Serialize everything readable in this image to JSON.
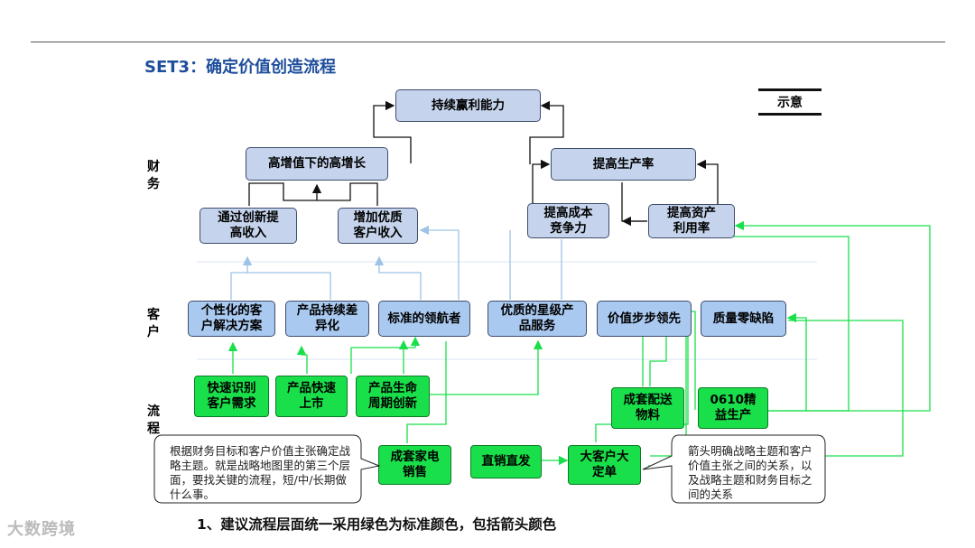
{
  "title": "SET3：确定价值创造流程",
  "legend": "示意",
  "side_labels": {
    "finance": "财\n务",
    "customer": "客\n户",
    "process": "流\n程"
  },
  "finance": {
    "top": "持续赢利能力",
    "growth": "高增值下的高增长",
    "productivity": "提高生产率",
    "innovation_income": "通过创新提\n高收入",
    "quality_income": "增加优质\n客户收入",
    "cost": "提高成本\n竞争力",
    "asset": "提高资产\n利用率"
  },
  "customer": {
    "personal": "个性化的客\n户解决方案",
    "diff": "产品持续差\n异化",
    "leader": "标准的领航者",
    "star": "优质的星级产\n品服务",
    "price": "价值步步领先",
    "quality": "质量零缺陷"
  },
  "process": {
    "identify": "快速识别\n客户需求",
    "launch": "产品快速\n上市",
    "lifecycle": "产品生命\n周期创新",
    "logistics": "成套配送\n物料",
    "lean": "0610精\n益生产",
    "appliance": "成套家电\n销售",
    "direct": "直销直发",
    "key_account": "大客户大\n定单"
  },
  "callouts": {
    "left": "根据财务目标和客户价值主张确定战略主题。就是战略地图里的第三个层面，要找关键的流程，短/中/长期做什么事。",
    "right": "箭头明确战略主题和客户价值主张之间的关系，以及战略主题和财务目标之间的关系"
  },
  "footer": "1、建议流程层面统一采用绿色为标准颜色，包括箭头颜色",
  "watermark": "大数跨境",
  "colors": {
    "green": "#19e04a",
    "title_blue": "#1f4e9c",
    "arrow_blue": "#9dc3e6"
  }
}
